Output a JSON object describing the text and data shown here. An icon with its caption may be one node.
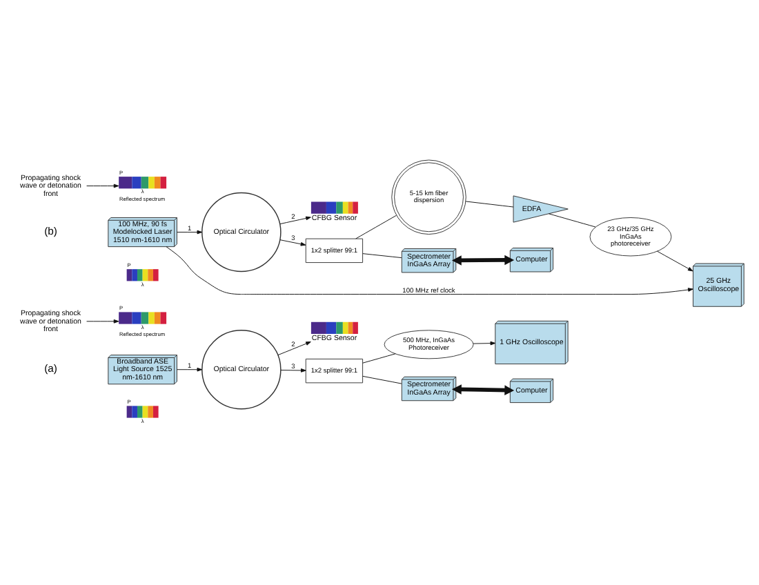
{
  "diagram": {
    "nodes": [
      {
        "text": [
          "P",
          "λ"
        ]
      },
      {
        "text": [
          "Broadband ASE Light Source 1525 nm-1610 nm"
        ]
      },
      {
        "text": [
          "Optical Circulator"
        ]
      },
      {
        "text": [
          "P",
          "λ",
          "Reflected spectrum"
        ]
      },
      {
        "text": [
          "Propagating shock wave or detonation front"
        ]
      },
      {
        "text": [
          "CFBG Sensor"
        ]
      },
      {
        "text": [
          "1x2 splitter 99:1"
        ]
      },
      {
        "text": [
          "500 MHz, InGaAs Photoreceiver"
        ]
      },
      {
        "text": [
          "1 GHz Oscilloscope"
        ]
      },
      {
        "text": [
          "Spectrometer InGaAs Array"
        ]
      },
      {
        "text": [
          "Computer"
        ]
      },
      {
        "text": [
          "P",
          "λ"
        ]
      },
      {
        "text": [
          "100 MHz, 90 fs Modelocked Laser 1510 nm-1610 nm"
        ]
      },
      {
        "text": [
          "Optical Circulator"
        ]
      },
      {
        "text": [
          "P",
          "λ",
          "Reflected spectrum"
        ]
      },
      {
        "text": [
          "Propagating shock wave or detonation front"
        ]
      },
      {
        "text": [
          "CFBG Sensor"
        ]
      },
      {
        "text": [
          "1x2 splitter 99:1"
        ]
      },
      {
        "text": [
          "5-15 km fiber dispersion"
        ]
      },
      {
        "text": [
          "EDFA"
        ]
      },
      {
        "text": [
          "23 GHz/35 GHz InGaAs photoreceiver"
        ]
      },
      {
        "text": [
          "25 GHz Oscilloscope"
        ]
      },
      {
        "text": [
          "Spectrometer InGaAs Array"
        ]
      },
      {
        "text": [
          "Computer"
        ]
      }
    ],
    "edges": [
      {
        "from": 1,
        "to": 2,
        "arrow": "to",
        "label": "1"
      },
      {
        "from": 2,
        "to": 5,
        "arrow": "to",
        "label": "2"
      },
      {
        "from": 2,
        "to": 6,
        "arrow": "to",
        "label": "3"
      },
      {
        "from": 6,
        "to": 9,
        "arrow": "none"
      },
      {
        "from": 6,
        "to": 7,
        "arrow": "none"
      },
      {
        "from": 7,
        "to": 8,
        "arrow": "to"
      },
      {
        "from": 9,
        "to": 10,
        "arrow": "both",
        "style": "thick"
      },
      {
        "from": 4,
        "to": 3,
        "arrow": "to"
      },
      {
        "from": 12,
        "to": 13,
        "arrow": "to",
        "label": "1"
      },
      {
        "from": 13,
        "to": 16,
        "arrow": "to",
        "label": "2"
      },
      {
        "from": 13,
        "to": 17,
        "arrow": "to",
        "label": "3"
      },
      {
        "from": 17,
        "to": 22,
        "arrow": "none"
      },
      {
        "from": 17,
        "to": 18,
        "arrow": "none"
      },
      {
        "from": 18,
        "to": 19,
        "arrow": "none"
      },
      {
        "from": 19,
        "to": 20,
        "arrow": "none"
      },
      {
        "from": 20,
        "to": 21,
        "arrow": "to"
      },
      {
        "from": 12,
        "to": 21,
        "arrow": "to",
        "label": "100 MHz ref clock"
      },
      {
        "from": 22,
        "to": 23,
        "arrow": "both",
        "style": "thick"
      },
      {
        "from": 15,
        "to": 14,
        "arrow": "to"
      }
    ],
    "labels": [
      "(a)",
      "(b)"
    ]
  }
}
